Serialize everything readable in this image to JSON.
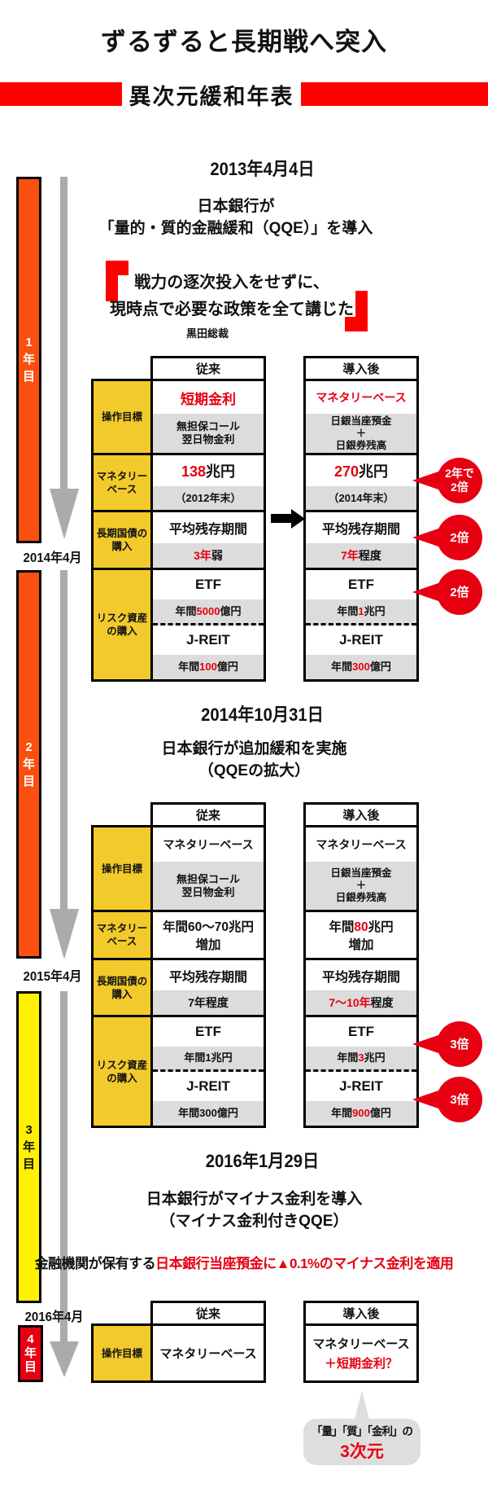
{
  "colors": {
    "banner_red": "#ff0000",
    "accent_red": "#e60012",
    "orange": "#fa4f0e",
    "yellow": "#fff100",
    "gold_label": "#f2ca2c",
    "gray_cell": "#dcdcdc",
    "gray_arrow": "#ababab",
    "bubble_gray": "#dedede"
  },
  "header": {
    "title": "ずるずると長期戦へ突入",
    "banner": "異次元緩和年表"
  },
  "timeline": {
    "year1": [
      "1",
      "年",
      "目"
    ],
    "year2": [
      "2",
      "年",
      "目"
    ],
    "year3": [
      "3",
      "年",
      "目"
    ],
    "year4": [
      "4",
      "年",
      "目"
    ],
    "date1": "2014年4月",
    "date2": "2015年4月",
    "date3": "2016年4月"
  },
  "s1": {
    "date": "2013年4月4日",
    "desc1": "日本銀行が",
    "desc2": "「量的・質的金融緩和（QQE）」を導入",
    "quote1": "戦力の逐次投入をせずに、",
    "quote2": "現時点で必要な政策を全て講じた",
    "attribution": "黒田総裁",
    "col_old": "従来",
    "col_new": "導入後",
    "rows": {
      "r1": {
        "label": "操作目標",
        "old_main": {
          "pre": "",
          "red": "短期金利",
          "post": ""
        },
        "old_subs": [
          "無担保コール",
          "翌日物金利"
        ],
        "new_main": {
          "pre": "",
          "red": "マネタリーベース",
          "post": ""
        },
        "new_subs": [
          "日銀当座預金",
          "＋",
          "日銀券残高"
        ]
      },
      "r2": {
        "label": [
          "マネタリー",
          "ベース"
        ],
        "old_main": {
          "pre": "",
          "red": "138",
          "post": "兆円"
        },
        "old_sub": {
          "pre": "（2012年末）",
          "red": "",
          "post": ""
        },
        "new_main": {
          "pre": "",
          "red": "270",
          "post": "兆円"
        },
        "new_sub": {
          "pre": "（2014年末）",
          "red": "",
          "post": ""
        }
      },
      "r3": {
        "label": [
          "長期国債の",
          "購入"
        ],
        "old_main": {
          "pre": "平均残存期間",
          "red": "",
          "post": ""
        },
        "old_sub": {
          "pre": "",
          "red": "3年",
          "post": "弱"
        },
        "new_main": {
          "pre": "平均残存期間",
          "red": "",
          "post": ""
        },
        "new_sub": {
          "pre": "",
          "red": "7年",
          "post": "程度"
        }
      },
      "r4": {
        "label": [
          "リスク資産",
          "の購入"
        ],
        "old_etf": "ETF",
        "old_etf_sub": {
          "pre": "年間",
          "red": "5000",
          "post": "億円"
        },
        "old_jreit": "J-REIT",
        "old_jreit_sub": {
          "pre": "年間",
          "red": "100",
          "post": "億円"
        },
        "new_etf": "ETF",
        "new_etf_sub": {
          "pre": "年間",
          "red": "1",
          "post": "兆円"
        },
        "new_jreit": "J-REIT",
        "new_jreit_sub": {
          "pre": "年間",
          "red": "300",
          "post": "億円"
        }
      }
    },
    "badges": {
      "b1": [
        "2年で",
        "2倍"
      ],
      "b2": "2倍",
      "b3": "2倍"
    }
  },
  "s2": {
    "date": "2014年10月31日",
    "desc1": "日本銀行が追加緩和を実施",
    "desc2": "（QQEの拡大）",
    "col_old": "従来",
    "col_new": "導入後",
    "rows": {
      "r1": {
        "label": "操作目標",
        "old_main": {
          "pre": "マネタリーベース",
          "red": "",
          "post": ""
        },
        "old_subs": [
          "無担保コール",
          "翌日物金利"
        ],
        "new_main": {
          "pre": "マネタリーベース",
          "red": "",
          "post": ""
        },
        "new_subs": [
          "日銀当座預金",
          "＋",
          "日銀券残高"
        ]
      },
      "r2": {
        "label": [
          "マネタリー",
          "ベース"
        ],
        "old_line1": {
          "pre": "年間60〜70兆円",
          "red": "",
          "post": ""
        },
        "old_line2": "増加",
        "new_line1": {
          "pre": "年間",
          "red": "80",
          "post": "兆円"
        },
        "new_line2": "増加"
      },
      "r3": {
        "label": [
          "長期国債の",
          "購入"
        ],
        "old_main": {
          "pre": "平均残存期間",
          "red": "",
          "post": ""
        },
        "old_sub": {
          "pre": "7年程度",
          "red": "",
          "post": ""
        },
        "new_main": {
          "pre": "平均残存期間",
          "red": "",
          "post": ""
        },
        "new_sub": {
          "pre": "",
          "red": "7〜10年",
          "post": "程度"
        }
      },
      "r4": {
        "label": [
          "リスク資産",
          "の購入"
        ],
        "old_etf": "ETF",
        "old_etf_sub": {
          "pre": "年間1兆円",
          "red": "",
          "post": ""
        },
        "old_jreit": "J-REIT",
        "old_jreit_sub": {
          "pre": "年間300億円",
          "red": "",
          "post": ""
        },
        "new_etf": "ETF",
        "new_etf_sub": {
          "pre": "年間",
          "red": "3",
          "post": "兆円"
        },
        "new_jreit": "J-REIT",
        "new_jreit_sub": {
          "pre": "年間",
          "red": "900",
          "post": "億円"
        }
      }
    },
    "badges": {
      "b1": "3倍",
      "b2": "3倍"
    }
  },
  "s3": {
    "date": "2016年1月29日",
    "desc1": "日本銀行がマイナス金利を導入",
    "desc2": "（マイナス金利付きQQE）",
    "note_black": "金融機関が保有する",
    "note_red": "日本銀行当座預金に▲0.1%のマイナス金利を適用",
    "col_old": "従来",
    "col_new": "導入後",
    "row": {
      "label": "操作目標",
      "old_main": "マネタリーベース",
      "new_line1": "マネタリーベース",
      "new_line2": "＋短期金利？"
    },
    "bubble": {
      "line1": "「量」「質」「金利」の",
      "line2": "3次元"
    }
  }
}
